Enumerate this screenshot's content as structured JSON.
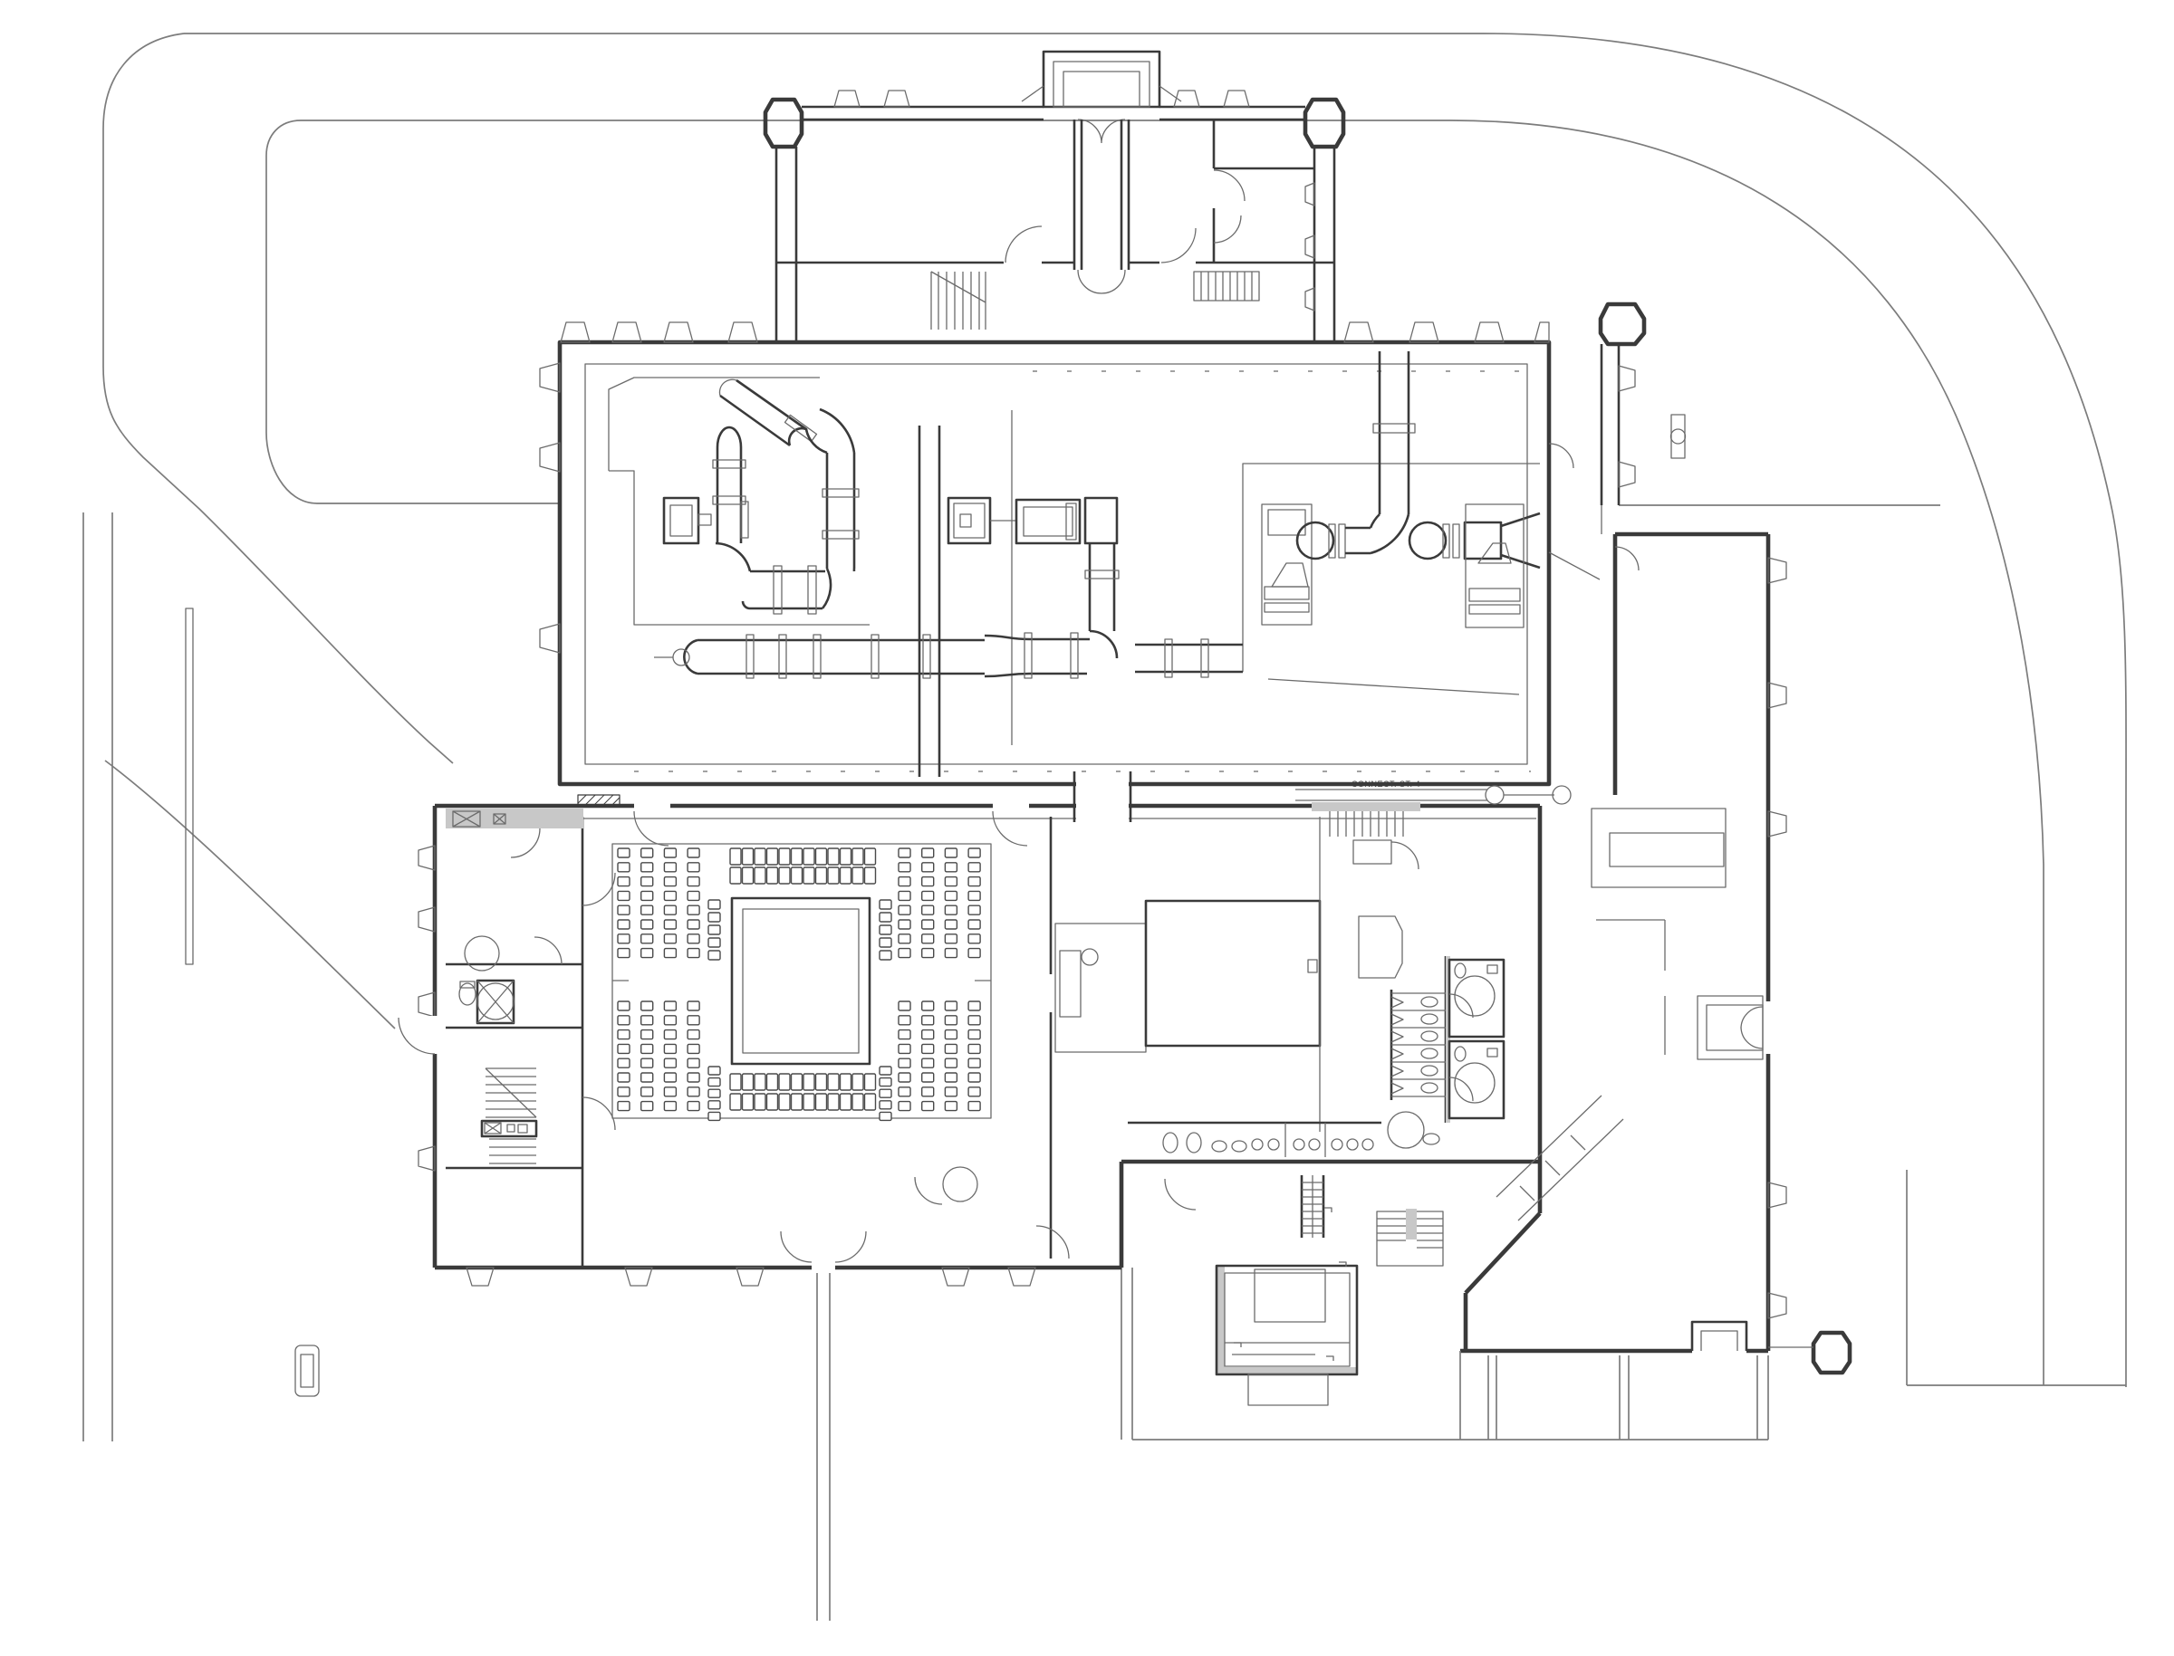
{
  "document": {
    "kind": "site-and-ground-floor-plan",
    "style": "CAD line drawing, black lines on white",
    "background_color": "#ffffff",
    "wall_line_color": "#3a3a3a",
    "thin_line_color": "#6b6b6b",
    "site_line_color": "#7c7c7c",
    "poche_fill_color": "#c8c8c8"
  },
  "annotations": {
    "pipe_label": "CONNECT. ST. 4"
  },
  "auditorium": {
    "quadrants": {
      "count": 4,
      "rows": 8,
      "cols": 4,
      "inner_extra_column_seats": 5
    },
    "bands": {
      "count": 2,
      "rows_per_band": 2,
      "seats_per_row": 12
    },
    "total_seats": 196
  },
  "restrooms": {
    "stall_count": 6,
    "water_closets": 9,
    "lavatories": 7,
    "accessible_turning_circles": 4
  },
  "equipment": {
    "vertical_pump_units": 2,
    "horizontal_pump_units": 2,
    "long_pipe_runs": 2,
    "site_bollards": 2
  }
}
